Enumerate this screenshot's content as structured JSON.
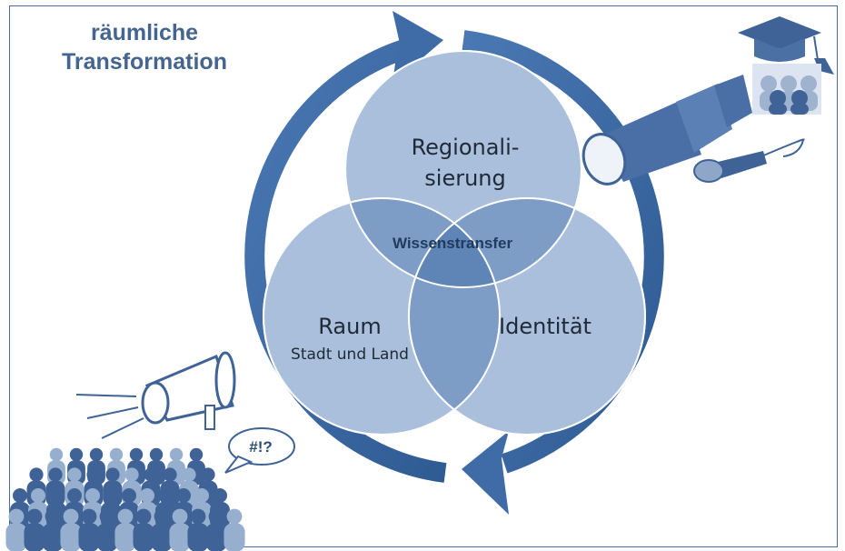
{
  "title": {
    "line1": "räumliche",
    "line2": "Transformation"
  },
  "circles": {
    "top": {
      "line1": "Regionali-",
      "line2": "sierung"
    },
    "left": {
      "label": "Raum",
      "sublabel": "Stadt und Land"
    },
    "right": {
      "label": "Identität"
    },
    "center": {
      "label": "Wissenstransfer"
    }
  },
  "speech_bubble": {
    "text": "#!?"
  },
  "icons": [
    "graduation-cap-icon",
    "audience-icon",
    "telescope-icon",
    "microphone-icon",
    "megaphone-icon",
    "crowd-icon",
    "speech-bubble-icon",
    "cycle-arrow-icon"
  ],
  "colors": {
    "circle_fill": "#a9bfdc",
    "overlap_fill": "#7d9cc6",
    "center_fill": "#5f84b6",
    "arrow": "#3f6ca6",
    "title": "#44658f",
    "crowd_dark": "#3f6396",
    "crowd_light": "#97afcf"
  }
}
